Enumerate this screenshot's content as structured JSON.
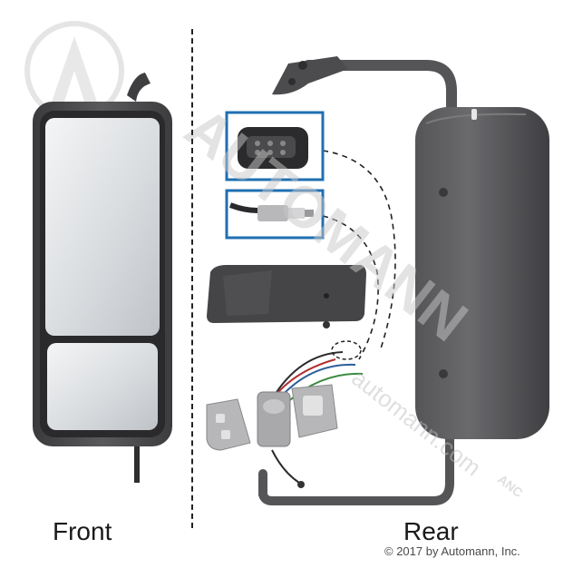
{
  "captions": {
    "front": "Front",
    "rear": "Rear"
  },
  "copyright": "© 2017 by Automann, Inc.",
  "watermark": {
    "brand": "AUTOMANN",
    "url": "automann.com",
    "mark": "ANC"
  },
  "colors": {
    "housing": "#4d4d4f",
    "glass": "#e8eaec",
    "inset_border": "#1f6fb2",
    "watermark": "#c8c8c8"
  }
}
